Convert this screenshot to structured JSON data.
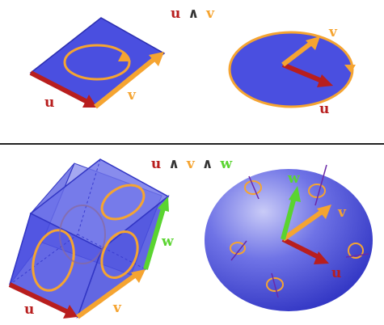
{
  "colors": {
    "u": "#b81e1e",
    "v": "#f5a431",
    "w": "#5ad430",
    "wedge": "#333333",
    "plane_fill": "#4a4fe0",
    "circulation": "#f5a431",
    "divider": "#222222"
  },
  "top": {
    "title_parts": [
      "u",
      "∧",
      "v"
    ],
    "parallelogram_labels": {
      "u": "u",
      "v": "v"
    },
    "ellipse_labels": {
      "u": "u",
      "v": "v"
    }
  },
  "bottom": {
    "title_parts": [
      "u",
      "∧",
      "v",
      "∧",
      "w"
    ],
    "box_labels": {
      "u": "u",
      "v": "v",
      "w": "w"
    },
    "sphere_labels": {
      "u": "u",
      "v": "v",
      "w": "w"
    }
  }
}
